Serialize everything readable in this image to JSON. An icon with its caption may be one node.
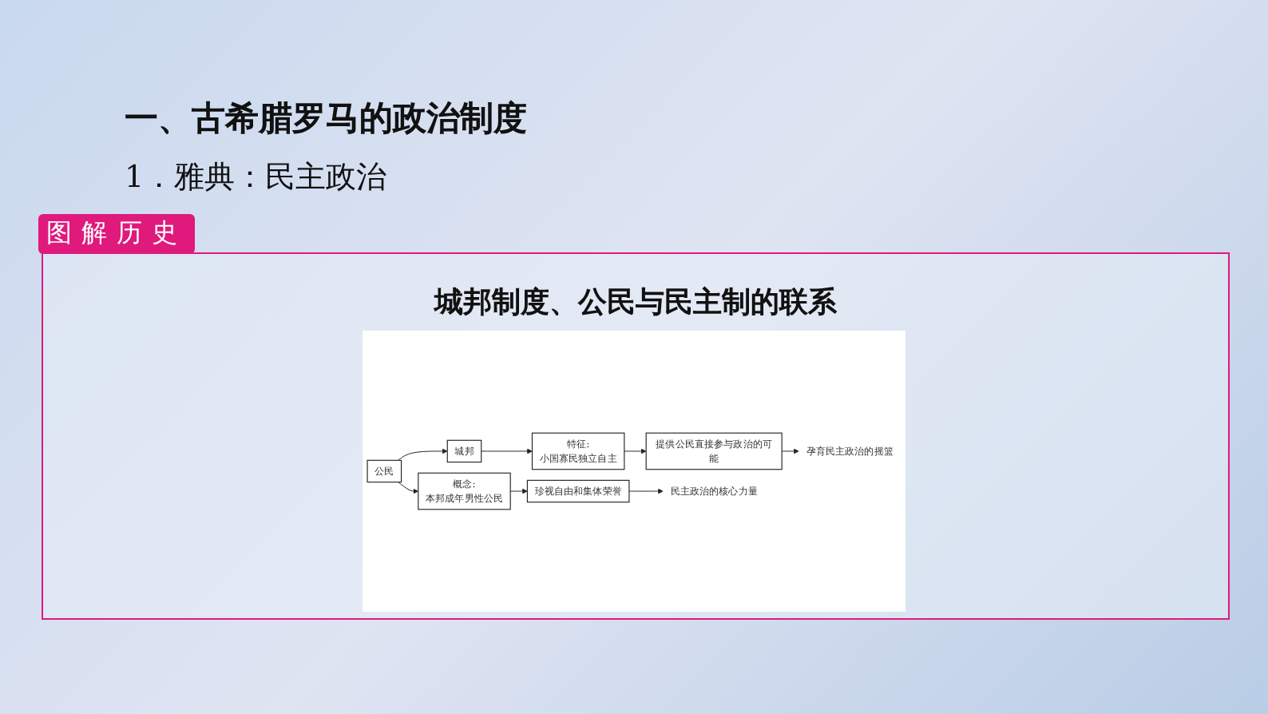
{
  "diagram": {
    "title": "城邦制度、公民与民主制的联系",
    "nodes": [
      {
        "text": [
          "城邦"
        ]
      },
      {
        "text": [
          "特征:",
          "小国寡民独立自主"
        ]
      },
      {
        "text": [
          "提供公民直接参与政治的可能"
        ]
      },
      {
        "text": [
          "孕育民主政治的摇篮"
        ]
      },
      {
        "text": [
          "公民"
        ]
      },
      {
        "text": [
          "概念:",
          "本邦成年男性公民"
        ]
      },
      {
        "text": [
          "珍视自由和集体荣誉"
        ]
      },
      {
        "text": [
          "民主政治的核心力量"
        ]
      }
    ],
    "edges": [
      {
        "from": 0,
        "to": 1,
        "arrow": "to"
      },
      {
        "from": 1,
        "to": 2,
        "arrow": "to"
      },
      {
        "from": 2,
        "to": 3,
        "arrow": "to"
      },
      {
        "from": 4,
        "to": 0,
        "arrow": "to"
      },
      {
        "from": 4,
        "to": 5,
        "arrow": "to"
      },
      {
        "from": 5,
        "to": 6,
        "arrow": "to"
      },
      {
        "from": 6,
        "to": 7,
        "arrow": "to"
      }
    ],
    "labels": [
      "一、古希腊罗马的政治制度",
      "1．雅典：民主政治",
      "图解历史"
    ]
  }
}
